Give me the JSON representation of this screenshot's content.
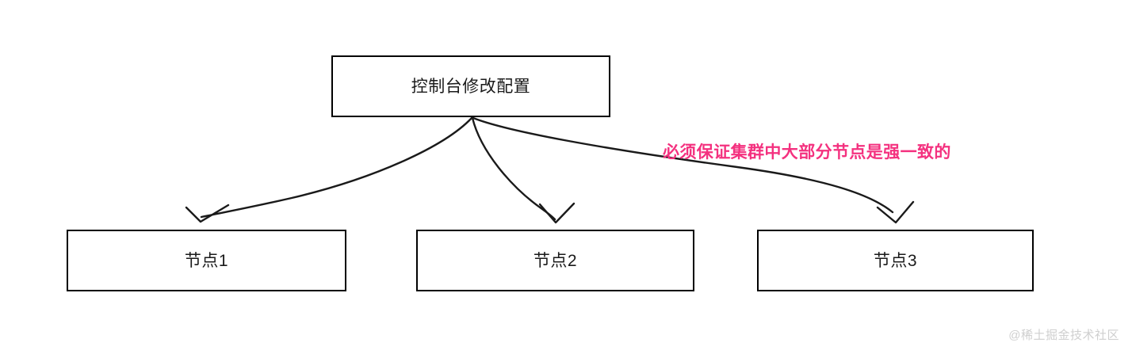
{
  "diagram": {
    "title_box": {
      "label": "控制台修改配置"
    },
    "nodes": [
      {
        "label": "节点1"
      },
      {
        "label": "节点2"
      },
      {
        "label": "节点3"
      }
    ],
    "annotation": {
      "text": "必须保证集群中大部分节点是强一致的",
      "color": "#f4317f"
    },
    "edges": [
      {
        "name": "edge-to-node-1",
        "arrowhead": "open-v"
      },
      {
        "name": "edge-to-node-2",
        "arrowhead": "open-v"
      },
      {
        "name": "edge-to-node-3",
        "arrowhead": "open-v"
      }
    ],
    "stroke_color": "#000000",
    "background_color": "#ffffff"
  },
  "watermark": {
    "text": "@稀土掘金技术社区",
    "color": "#cfcfcf"
  }
}
